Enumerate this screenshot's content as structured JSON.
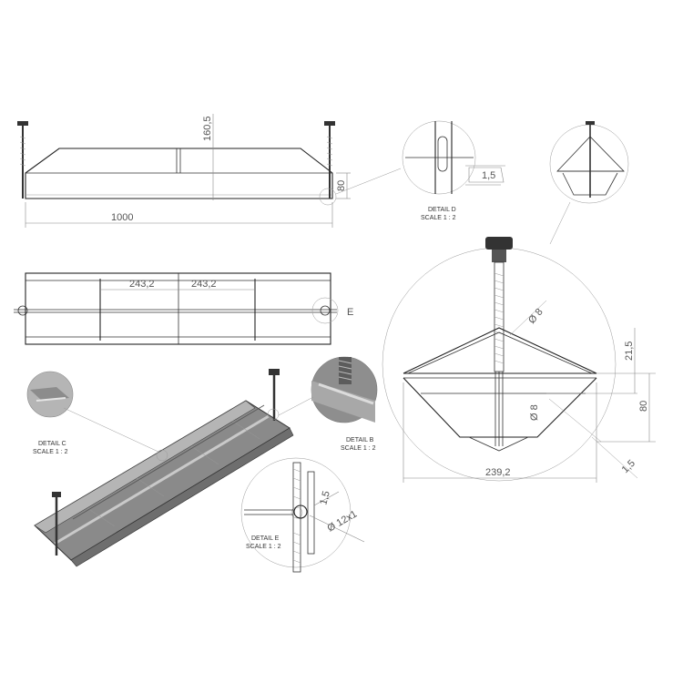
{
  "dimensions": {
    "length": "1000",
    "front_height": "160,5",
    "side_height": "80",
    "spacing_left": "243,2",
    "spacing_right": "243,2",
    "detail_d_thickness": "1,5",
    "width": "239,2",
    "height_a": "21,5",
    "height_b": "80",
    "sheet_thickness": "1,5",
    "rod_diameter_top": "Ø 8",
    "rod_diameter_side": "Ø 8",
    "thread": "Ø 12x1",
    "detail_e_thickness": "1,5"
  },
  "callouts": {
    "section_e": "E"
  },
  "details": {
    "d": {
      "title": "DETAIL D",
      "scale": "SCALE 1 : 2"
    },
    "c": {
      "title": "DETAIL C",
      "scale": "SCALE 1 : 2"
    },
    "b": {
      "title": "DETAIL B",
      "scale": "SCALE 1 : 2"
    },
    "e": {
      "title": "DETAIL E",
      "scale": "SCALE 1 : 2"
    }
  }
}
